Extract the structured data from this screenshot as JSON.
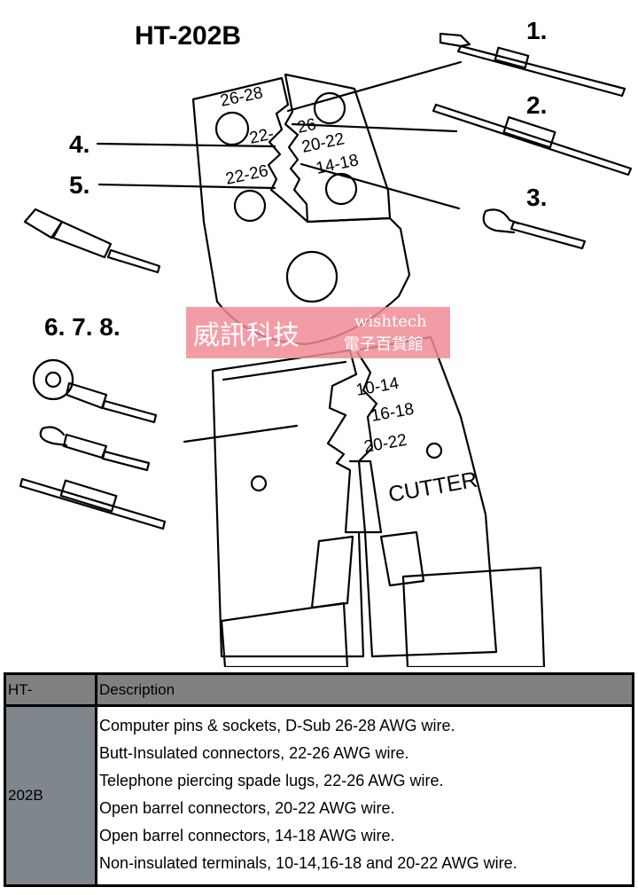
{
  "figure": {
    "title": "HT-202B",
    "callouts": [
      "1.",
      "2.",
      "3.",
      "4.",
      "5.",
      "6. 7. 8."
    ],
    "die_labels": {
      "upper": [
        "26-28",
        "22-",
        "26",
        "20-22",
        "14-18",
        "22-26"
      ],
      "lower": [
        "10-14",
        "16-18",
        "20-22"
      ]
    },
    "cutter_label": "CUTTER",
    "watermark": {
      "chinese": "威訊科技",
      "brand": "wishtech",
      "sub": "電子百貨館"
    }
  },
  "table": {
    "headers": [
      "HT-",
      "Description"
    ],
    "model": "202B",
    "descriptions": [
      "Computer pins & sockets, D-Sub 26-28 AWG wire.",
      "Butt-Insulated connectors, 22-26 AWG wire.",
      "Telephone piercing spade lugs, 22-26 AWG wire.",
      "Open barrel connectors, 20-22 AWG wire.",
      "Open barrel connectors, 14-18 AWG wire.",
      "Non-insulated terminals, 10-14,16-18 and 20-22 AWG wire."
    ]
  },
  "colors": {
    "ink": "#000000",
    "watermark": "#f08c96",
    "table_header": "#808080",
    "model_cell": "#7f868c"
  }
}
